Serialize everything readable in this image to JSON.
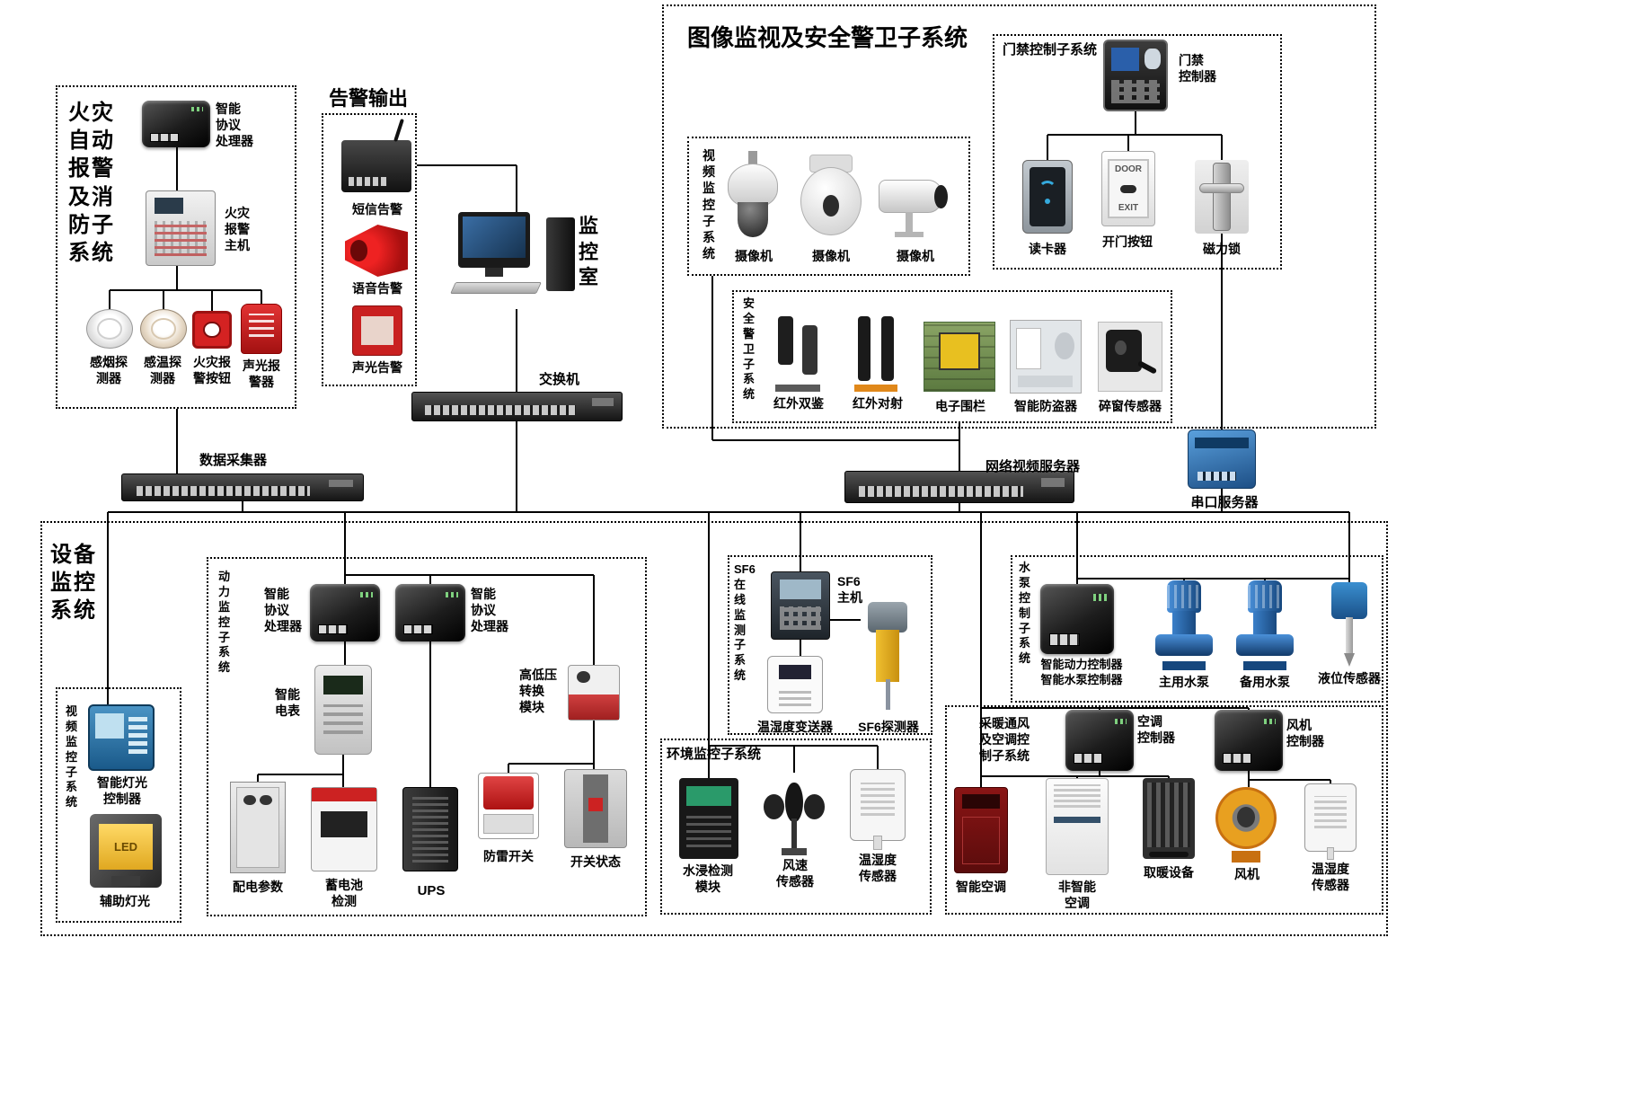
{
  "fire": {
    "title_lines": [
      "火灾",
      "自动",
      "报警",
      "及消",
      "防子",
      "系统"
    ],
    "processor_lines": [
      "智能",
      "协议",
      "处理器"
    ],
    "host_lines": [
      "火灾",
      "报警",
      "主机"
    ],
    "smoke_lines": [
      "感烟探",
      "测器"
    ],
    "temp_lines": [
      "感温探",
      "测器"
    ],
    "button_lines": [
      "火灾报",
      "警按钮"
    ],
    "strobe_lines": [
      "声光报",
      "警器"
    ]
  },
  "alarm": {
    "title": "告警输出",
    "sms": "短信告警",
    "voice": "语音告警",
    "light": "声光告警"
  },
  "room": {
    "title_lines": [
      "监",
      "控",
      "室"
    ]
  },
  "network": {
    "switch": "交换机",
    "collector": "数据采集器",
    "video_server": "网络视频服务器",
    "serial_server": "串口服务器"
  },
  "surveillance": {
    "title": "图像监视及安全警卫子系统"
  },
  "door": {
    "title": "门禁控制子系统",
    "controller_lines": [
      "门禁",
      "控制器"
    ],
    "reader": "读卡器",
    "button": "开门按钮",
    "lock": "磁力锁",
    "door_text": "DOOR",
    "exit_text": "EXIT"
  },
  "cameras": {
    "title_lines": [
      "视",
      "频",
      "监",
      "控",
      "子",
      "系",
      "统"
    ],
    "cam1": "摄像机",
    "cam2": "摄像机",
    "cam3": "摄像机"
  },
  "guard": {
    "title_lines": [
      "安",
      "全",
      "警",
      "卫",
      "子",
      "系",
      "统"
    ],
    "d1": "红外双鉴",
    "d2": "红外对射",
    "d3": "电子围栏",
    "d4": "智能防盗器",
    "d5": "碎窗传感器"
  },
  "equipment": {
    "title_lines": [
      "设备",
      "监控",
      "系统"
    ]
  },
  "video2": {
    "title_lines": [
      "视",
      "频",
      "监",
      "控",
      "子",
      "系",
      "统"
    ],
    "light_ctrl_lines": [
      "智能灯光",
      "控制器"
    ],
    "aux_light": "辅助灯光",
    "led": "LED"
  },
  "power": {
    "title_lines": [
      "动",
      "力",
      "监",
      "控",
      "子",
      "系",
      "统"
    ],
    "proc1_lines": [
      "智能",
      "协议",
      "处理器"
    ],
    "proc2_lines": [
      "智能",
      "协议",
      "处理器"
    ],
    "meter_lines": [
      "智能",
      "电表"
    ],
    "hv_lines": [
      "高低压",
      "转换",
      "模块"
    ],
    "dist": "配电参数",
    "battery_lines": [
      "蓄电池",
      "检测"
    ],
    "ups": "UPS",
    "lightning": "防雷开关",
    "breaker": "开关状态"
  },
  "sf6": {
    "title_lines": [
      "SF6",
      "在",
      "线",
      "监",
      "测",
      "子",
      "系",
      "统"
    ],
    "host_lines": [
      "SF6",
      "主机"
    ],
    "transmitter": "温湿度变送器",
    "detector": "SF6探测器"
  },
  "env": {
    "title": "环境监控子系统",
    "water_lines": [
      "水浸检测",
      "模块"
    ],
    "wind_lines": [
      "风速",
      "传感器"
    ],
    "th_lines": [
      "温湿度",
      "传感器"
    ]
  },
  "pump": {
    "title_lines": [
      "水",
      "泵",
      "控",
      "制",
      "子",
      "系",
      "统"
    ],
    "ctrl_lines": [
      "智能动力控制器",
      "智能水泵控制器"
    ],
    "main": "主用水泵",
    "backup": "备用水泵",
    "level": "液位传感器"
  },
  "hvac": {
    "title_lines": [
      "采暖通风",
      "及空调控",
      "制子系统"
    ],
    "ac_ctrl_lines": [
      "空调",
      "控制器"
    ],
    "fan_ctrl_lines": [
      "风机",
      "控制器"
    ],
    "smart_ac": "智能空调",
    "normal_ac_lines": [
      "非智能",
      "空调"
    ],
    "heater": "取暖设备",
    "fan": "风机",
    "th_lines": [
      "温湿度",
      "传感器"
    ]
  }
}
